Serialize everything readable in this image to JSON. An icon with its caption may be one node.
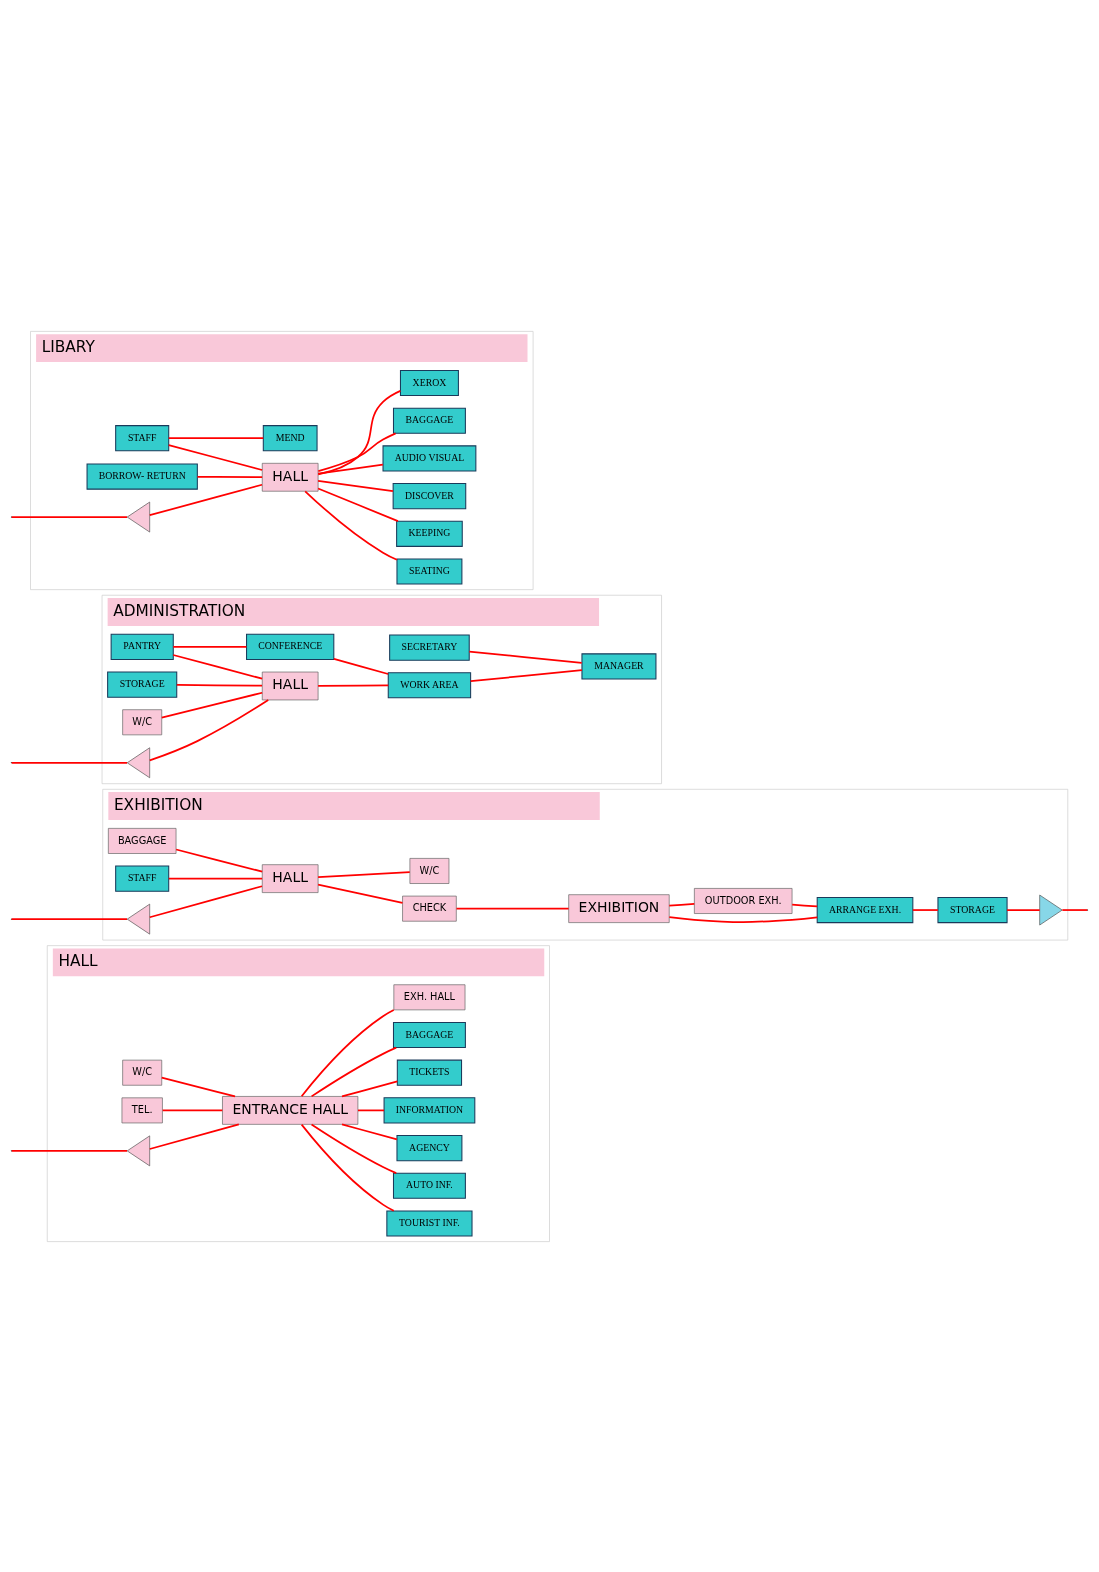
{
  "diagram": {
    "nodes": [
      {
        "text": [
          "HALL"
        ]
      },
      {
        "text": [
          "W/C"
        ],
        "in": 0
      },
      {
        "text": [
          "TEL."
        ],
        "in": 0
      },
      {
        "text": [
          "TOURIST INF."
        ],
        "in": 0
      },
      {
        "text": [
          "AUTO INF."
        ],
        "in": 0
      },
      {
        "text": [
          "AGENCY"
        ],
        "in": 0
      },
      {
        "text": [],
        "shape": "triangle",
        "in": 0
      },
      {
        "text": [
          "ENTRANCE HALL"
        ],
        "in": 0
      },
      {
        "text": [
          "INFORMATION"
        ],
        "in": 0
      },
      {
        "text": [
          "TICKETS"
        ],
        "in": 0
      },
      {
        "text": [
          "BAGGAGE"
        ],
        "in": 0
      },
      {
        "text": [
          "EXH. HALL"
        ],
        "in": 0
      },
      {
        "text": [
          "EXHIBITION"
        ]
      },
      {
        "text": [
          "BAGGAGE"
        ],
        "in": 12
      },
      {
        "text": [
          "STAFF"
        ],
        "in": 12
      },
      {
        "text": [
          "ARRANGE EXH."
        ],
        "in": 12
      },
      {
        "text": [
          "STORAGE"
        ],
        "in": 12
      },
      {
        "text": [],
        "shape": "triangle",
        "in": 12
      },
      {
        "text": [],
        "shape": "triangle",
        "in": 12
      },
      {
        "text": [
          "HALL"
        ],
        "in": 12
      },
      {
        "text": [
          "CHECK"
        ],
        "in": 12
      },
      {
        "text": [
          "EXHIBITION"
        ],
        "in": 12
      },
      {
        "text": [
          "OUTDOOR EXH."
        ],
        "in": 12
      },
      {
        "text": [
          "W/C"
        ],
        "in": 12
      },
      {
        "text": [
          "ADMINISTRATION"
        ]
      },
      {
        "text": [
          "CONFERENCE"
        ],
        "in": 24
      },
      {
        "text": [
          "STORAGE"
        ],
        "in": 24
      },
      {
        "text": [
          "PANTRY"
        ],
        "in": 24
      },
      {
        "text": [
          "W/C"
        ],
        "in": 24
      },
      {
        "text": [
          "SECRETARY"
        ],
        "in": 24
      },
      {
        "text": [],
        "shape": "triangle",
        "in": 24
      },
      {
        "text": [
          "HALL"
        ],
        "in": 24
      },
      {
        "text": [
          "WORK AREA"
        ],
        "in": 24
      },
      {
        "text": [
          "MANAGER"
        ],
        "in": 24
      },
      {
        "text": [
          "LIBARY"
        ]
      },
      {
        "text": [
          "BORROW- RETURN"
        ],
        "in": 34
      },
      {
        "text": [
          "STAFF"
        ],
        "in": 34
      },
      {
        "text": [
          "MEND"
        ],
        "in": 34
      },
      {
        "text": [
          "SEATING"
        ],
        "in": 34
      },
      {
        "text": [
          "KEEPING"
        ],
        "in": 34
      },
      {
        "text": [],
        "shape": "triangle",
        "in": 34
      },
      {
        "text": [
          "HALL"
        ],
        "in": 34
      },
      {
        "text": [
          "DISCOVER"
        ],
        "in": 34
      },
      {
        "text": [
          "AUDIO VISUAL"
        ],
        "in": 34
      },
      {
        "text": [
          "BAGGAGE"
        ],
        "in": 34
      },
      {
        "text": [
          "XEROX"
        ],
        "in": 34
      }
    ],
    "edges": [
      {
        "from": null,
        "to": 6,
        "arrow": "none"
      },
      {
        "from": 6,
        "to": 7,
        "arrow": "none"
      },
      {
        "from": 1,
        "to": 7,
        "arrow": "none"
      },
      {
        "from": 2,
        "to": 7,
        "arrow": "none"
      },
      {
        "from": 7,
        "to": 3,
        "arrow": "none"
      },
      {
        "from": 7,
        "to": 4,
        "arrow": "none"
      },
      {
        "from": 7,
        "to": 5,
        "arrow": "none"
      },
      {
        "from": 7,
        "to": 8,
        "arrow": "none"
      },
      {
        "from": 7,
        "to": 9,
        "arrow": "none"
      },
      {
        "from": 7,
        "to": 10,
        "arrow": "none"
      },
      {
        "from": 7,
        "to": 11,
        "arrow": "none"
      },
      {
        "from": null,
        "to": 17,
        "arrow": "none"
      },
      {
        "from": 17,
        "to": 19,
        "arrow": "none"
      },
      {
        "from": 13,
        "to": 19,
        "arrow": "none"
      },
      {
        "from": 14,
        "to": 19,
        "arrow": "none"
      },
      {
        "from": 19,
        "to": 20,
        "arrow": "none"
      },
      {
        "from": 20,
        "to": 21,
        "arrow": "none"
      },
      {
        "from": 21,
        "to": 15,
        "arrow": "none"
      },
      {
        "from": 22,
        "to": 15,
        "arrow": "none"
      },
      {
        "from": 21,
        "to": 22,
        "arrow": "none"
      },
      {
        "from": 15,
        "to": 16,
        "arrow": "none"
      },
      {
        "from": 16,
        "to": 18,
        "arrow": "none"
      },
      {
        "from": 18,
        "to": null,
        "arrow": "none"
      },
      {
        "from": 19,
        "to": 23,
        "arrow": "none"
      },
      {
        "from": null,
        "to": 30,
        "arrow": "none"
      },
      {
        "from": 30,
        "to": 31,
        "arrow": "none"
      },
      {
        "from": 26,
        "to": 31,
        "arrow": "none"
      },
      {
        "from": 27,
        "to": 31,
        "arrow": "none"
      },
      {
        "from": 28,
        "to": 31,
        "arrow": "none"
      },
      {
        "from": 27,
        "to": 25,
        "arrow": "none"
      },
      {
        "from": 31,
        "to": 32,
        "arrow": "none"
      },
      {
        "from": 25,
        "to": 32,
        "arrow": "none"
      },
      {
        "from": 32,
        "to": 33,
        "arrow": "none"
      },
      {
        "from": 29,
        "to": 33,
        "arrow": "none"
      },
      {
        "from": null,
        "to": 40,
        "arrow": "none"
      },
      {
        "from": 40,
        "to": 41,
        "arrow": "none"
      },
      {
        "from": 35,
        "to": 41,
        "arrow": "none"
      },
      {
        "from": 36,
        "to": 41,
        "arrow": "none"
      },
      {
        "from": 36,
        "to": 37,
        "arrow": "none"
      },
      {
        "from": 41,
        "to": 38,
        "arrow": "none"
      },
      {
        "from": 41,
        "to": 39,
        "arrow": "none"
      },
      {
        "from": 41,
        "to": 42,
        "arrow": "none"
      },
      {
        "from": 41,
        "to": 43,
        "arrow": "none"
      },
      {
        "from": 41,
        "to": 44,
        "arrow": "none"
      },
      {
        "from": 41,
        "to": 45,
        "arrow": "none"
      }
    ]
  }
}
